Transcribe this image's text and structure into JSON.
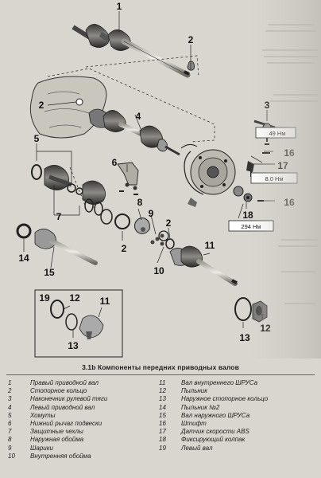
{
  "callouts": {
    "c1": "1",
    "c2a": "2",
    "c2b": "2",
    "c2c": "2",
    "c3": "3",
    "c4": "4",
    "c5": "5",
    "c6": "6",
    "c7": "7",
    "c8": "8",
    "c9": "9",
    "c10": "10",
    "c11a": "11",
    "c11b": "11",
    "c12a": "12",
    "c12b": "12",
    "c13a": "13",
    "c13b": "13",
    "c14": "14",
    "c15": "15",
    "c16a": "16",
    "c16b": "16",
    "c17": "17",
    "c18": "18",
    "c19": "19"
  },
  "torques": {
    "t1": "49 Нм",
    "t2": "8.0 Нм",
    "t3": "294 Нм"
  },
  "caption": "3.1b Компоненты передних приводных валов",
  "legend": [
    {
      "num": "1",
      "text": "Правый приводной вал"
    },
    {
      "num": "11",
      "text": "Вал внутреннего ШРУСа"
    },
    {
      "num": "2",
      "text": "Стопорное кольцо"
    },
    {
      "num": "12",
      "text": "Пыльник"
    },
    {
      "num": "3",
      "text": "Наконечник рулевой тяги"
    },
    {
      "num": "13",
      "text": "Наружное стопорное кольцо"
    },
    {
      "num": "4",
      "text": "Левый приводной вал"
    },
    {
      "num": "14",
      "text": "Пыльник №2"
    },
    {
      "num": "5",
      "text": "Хомуты"
    },
    {
      "num": "15",
      "text": "Вал наружного ШРУСа"
    },
    {
      "num": "6",
      "text": "Нижний рычаг подвески"
    },
    {
      "num": "16",
      "text": "Штифт"
    },
    {
      "num": "7",
      "text": "Защитные чехлы"
    },
    {
      "num": "17",
      "text": "Датчик скорости ABS"
    },
    {
      "num": "8",
      "text": "Наружная обойма"
    },
    {
      "num": "18",
      "text": "Фиксирующий колпак"
    },
    {
      "num": "9",
      "text": "Шарики"
    },
    {
      "num": "19",
      "text": "Левый вал"
    },
    {
      "num": "10",
      "text": "Внутренняя обойма"
    },
    {
      "num": "",
      "text": ""
    }
  ]
}
